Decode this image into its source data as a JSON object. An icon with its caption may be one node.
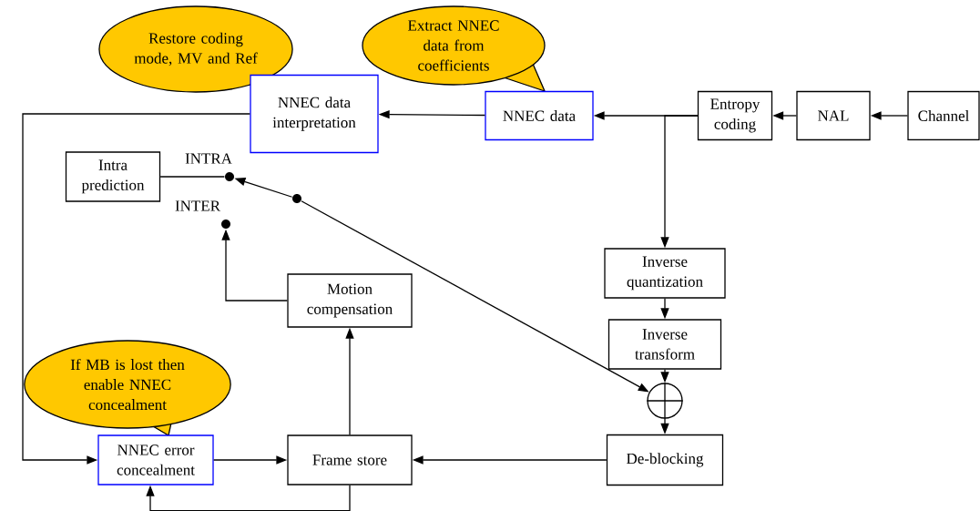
{
  "diagram": {
    "nodes": [
      {
        "text": [
          "Restore coding mode, MV and Ref"
        ]
      },
      {
        "text": [
          "Extract NNEC data from coefficients"
        ]
      },
      {
        "text": [
          "NNEC data interpretation"
        ]
      },
      {
        "text": [
          "NNEC data"
        ]
      },
      {
        "text": [
          "Entropy coding"
        ]
      },
      {
        "text": [
          "NAL"
        ]
      },
      {
        "text": [
          "Channel"
        ]
      },
      {
        "text": [
          "Intra prediction"
        ]
      },
      {
        "text": [],
        "shape": "dot"
      },
      {
        "text": [],
        "shape": "dot"
      },
      {
        "text": [],
        "shape": "dot"
      },
      {
        "text": [
          "Inverse quantization"
        ]
      },
      {
        "text": [
          "Motion compensation"
        ]
      },
      {
        "text": [
          "Inverse transform"
        ]
      },
      {
        "text": [
          "If MB is lost then enable NNEC concealment"
        ]
      },
      {
        "text": [],
        "shape": "circle"
      },
      {
        "text": [
          "NNEC error concealment"
        ]
      },
      {
        "text": [
          "Frame store"
        ]
      },
      {
        "text": [
          "De-blocking"
        ]
      }
    ],
    "edges": [
      {
        "from": 6,
        "to": 5,
        "arrow": "to"
      },
      {
        "from": 5,
        "to": 4,
        "arrow": "to"
      },
      {
        "from": 4,
        "to": 3,
        "arrow": "to"
      },
      {
        "from": 4,
        "to": 11,
        "arrow": "to"
      },
      {
        "from": 3,
        "to": 2,
        "arrow": "to"
      },
      {
        "from": 2,
        "to": 16,
        "arrow": "to"
      },
      {
        "from": 7,
        "to": 8,
        "arrow": "none"
      },
      {
        "from": 9,
        "to": 8,
        "arrow": "to"
      },
      {
        "from": 9,
        "to": 15,
        "arrow": "to"
      },
      {
        "from": 12,
        "to": 10,
        "arrow": "to"
      },
      {
        "from": 11,
        "to": 13,
        "arrow": "to"
      },
      {
        "from": 13,
        "to": 15,
        "arrow": "to"
      },
      {
        "from": 15,
        "to": 18,
        "arrow": "to"
      },
      {
        "from": 18,
        "to": 17,
        "arrow": "to"
      },
      {
        "from": 17,
        "to": 12,
        "arrow": "to"
      },
      {
        "from": 16,
        "to": 17,
        "arrow": "to"
      },
      {
        "from": 17,
        "to": 16,
        "arrow": "to"
      }
    ],
    "labels": [
      "INTRA",
      "INTER"
    ]
  }
}
